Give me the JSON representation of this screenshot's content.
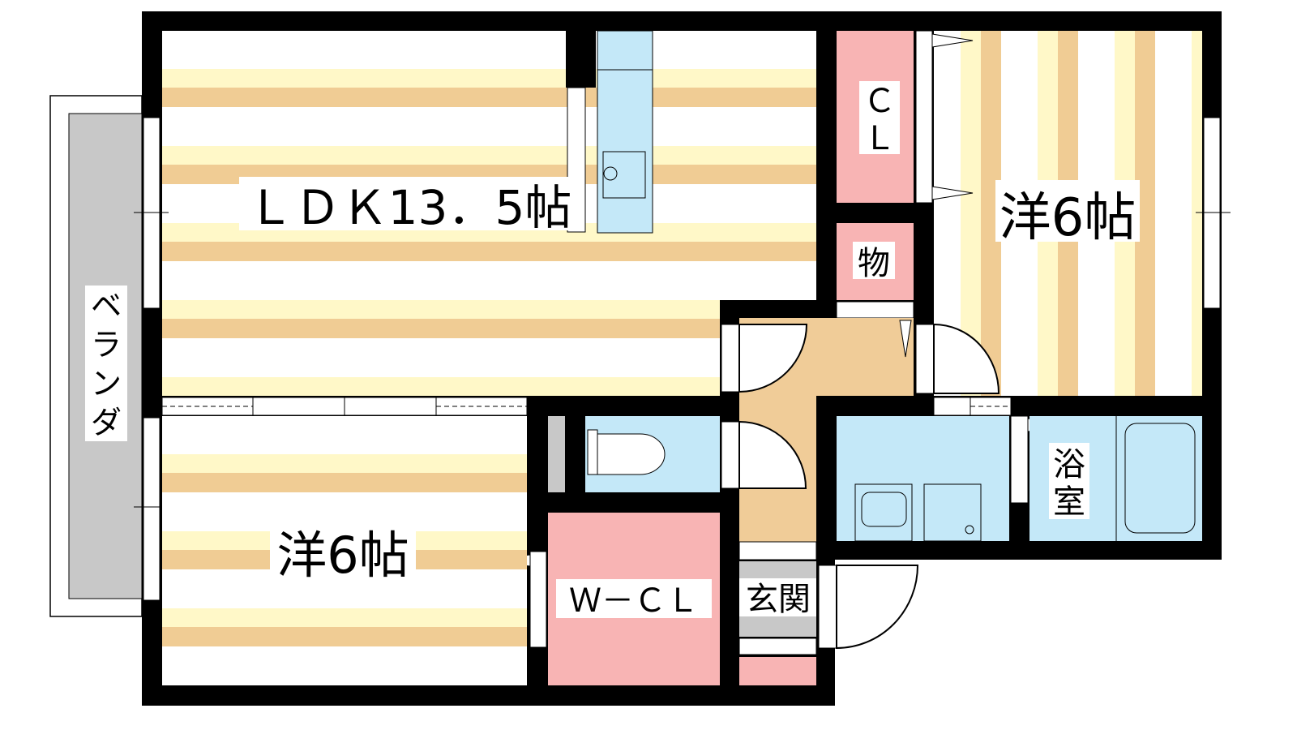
{
  "rooms": {
    "ldk": "ＬＤＫ13．5帖",
    "bedroom_right": "洋6帖",
    "bedroom_lower": "洋6帖",
    "closet_c": "Ｃ",
    "closet_l": "Ｌ",
    "storage": "物",
    "bath_1": "浴",
    "bath_2": "室",
    "walk_in_closet": "Ｗ－ＣＬ",
    "entrance": "玄関",
    "veranda": [
      "ベ",
      "ラ",
      "ン",
      "ダ"
    ]
  },
  "colors": {
    "wall": "#000000",
    "stripe_cream": "#fff8c8",
    "stripe_tan": "#f0cc94",
    "water": "#c4e8f8",
    "closet": "#f8b4b4",
    "hall": "#f0cc98",
    "veranda": "#c8c8c8"
  }
}
